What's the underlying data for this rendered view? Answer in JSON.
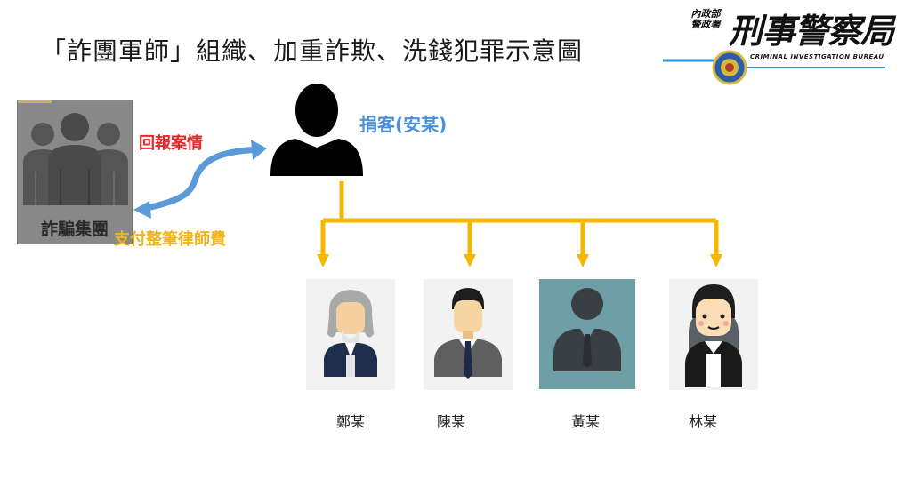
{
  "title": "「詐團軍師」組織、加重詐欺、洗錢犯罪示意圖",
  "logo": {
    "ministry": "內政部\n警政署",
    "bureau": "刑事警察局",
    "english": "CRIMINAL INVESTIGATION BUREAU"
  },
  "fraud_group": {
    "label": "詐騙集團"
  },
  "flows": {
    "report_label": "回報案情",
    "pay_label": "支付整筆律師費"
  },
  "client": {
    "label": "捐客(安某)"
  },
  "lawyers": [
    {
      "name": "鄭某",
      "icon": "elderly-judge-icon"
    },
    {
      "name": "陳某",
      "icon": "businessman-icon"
    },
    {
      "name": "黃某",
      "icon": "suit-person-icon"
    },
    {
      "name": "林某",
      "icon": "young-person-icon"
    }
  ],
  "colors": {
    "report": "#e8262a",
    "pay": "#f0b419",
    "client": "#4a8fd9",
    "arrow_blue": "#5a9ad8",
    "tree": "#f5b800"
  }
}
